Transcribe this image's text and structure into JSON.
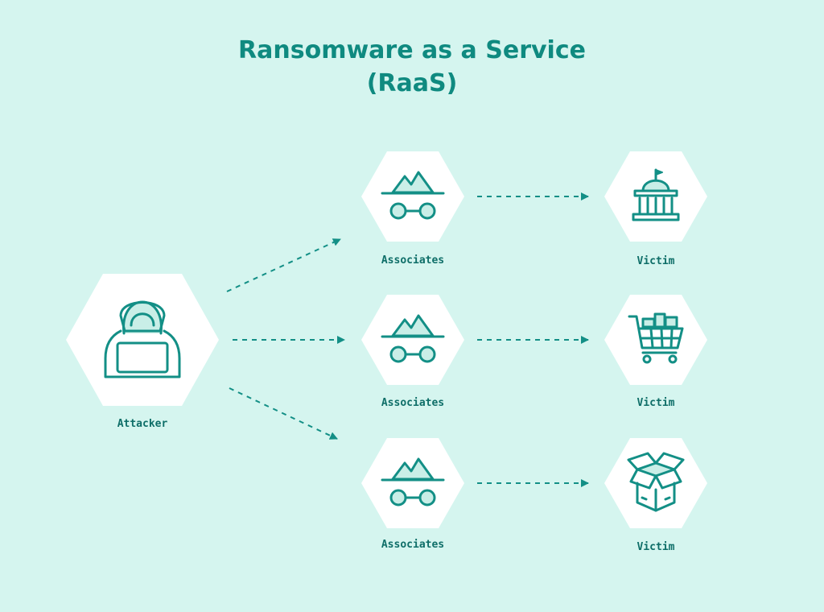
{
  "title": {
    "line1": "Ransomware as a Service",
    "line2": "(RaaS)"
  },
  "colors": {
    "background": "#d5f5ef",
    "accent": "#138f86",
    "hex_fill": "#ffffff",
    "icon_fill": "#c9eee7",
    "label": "#0e6e68"
  },
  "nodes": {
    "attacker": {
      "label": "Attacker",
      "icon": "hooded-hacker-laptop-icon"
    },
    "associates": [
      {
        "label": "Associates",
        "icon": "incognito-hat-glasses-icon"
      },
      {
        "label": "Associates",
        "icon": "incognito-hat-glasses-icon"
      },
      {
        "label": "Associates",
        "icon": "incognito-hat-glasses-icon"
      }
    ],
    "victims": [
      {
        "label": "Victim",
        "icon": "government-building-icon"
      },
      {
        "label": "Victim",
        "icon": "shopping-cart-icon"
      },
      {
        "label": "Victim",
        "icon": "open-box-icon"
      }
    ]
  },
  "edges": [
    {
      "from": "attacker",
      "to": "associates-1",
      "style": "dashed-arrow"
    },
    {
      "from": "attacker",
      "to": "associates-2",
      "style": "dashed-arrow"
    },
    {
      "from": "attacker",
      "to": "associates-3",
      "style": "dashed-arrow"
    },
    {
      "from": "associates-1",
      "to": "victim-1",
      "style": "dashed-arrow"
    },
    {
      "from": "associates-2",
      "to": "victim-2",
      "style": "dashed-arrow"
    },
    {
      "from": "associates-3",
      "to": "victim-3",
      "style": "dashed-arrow"
    }
  ]
}
